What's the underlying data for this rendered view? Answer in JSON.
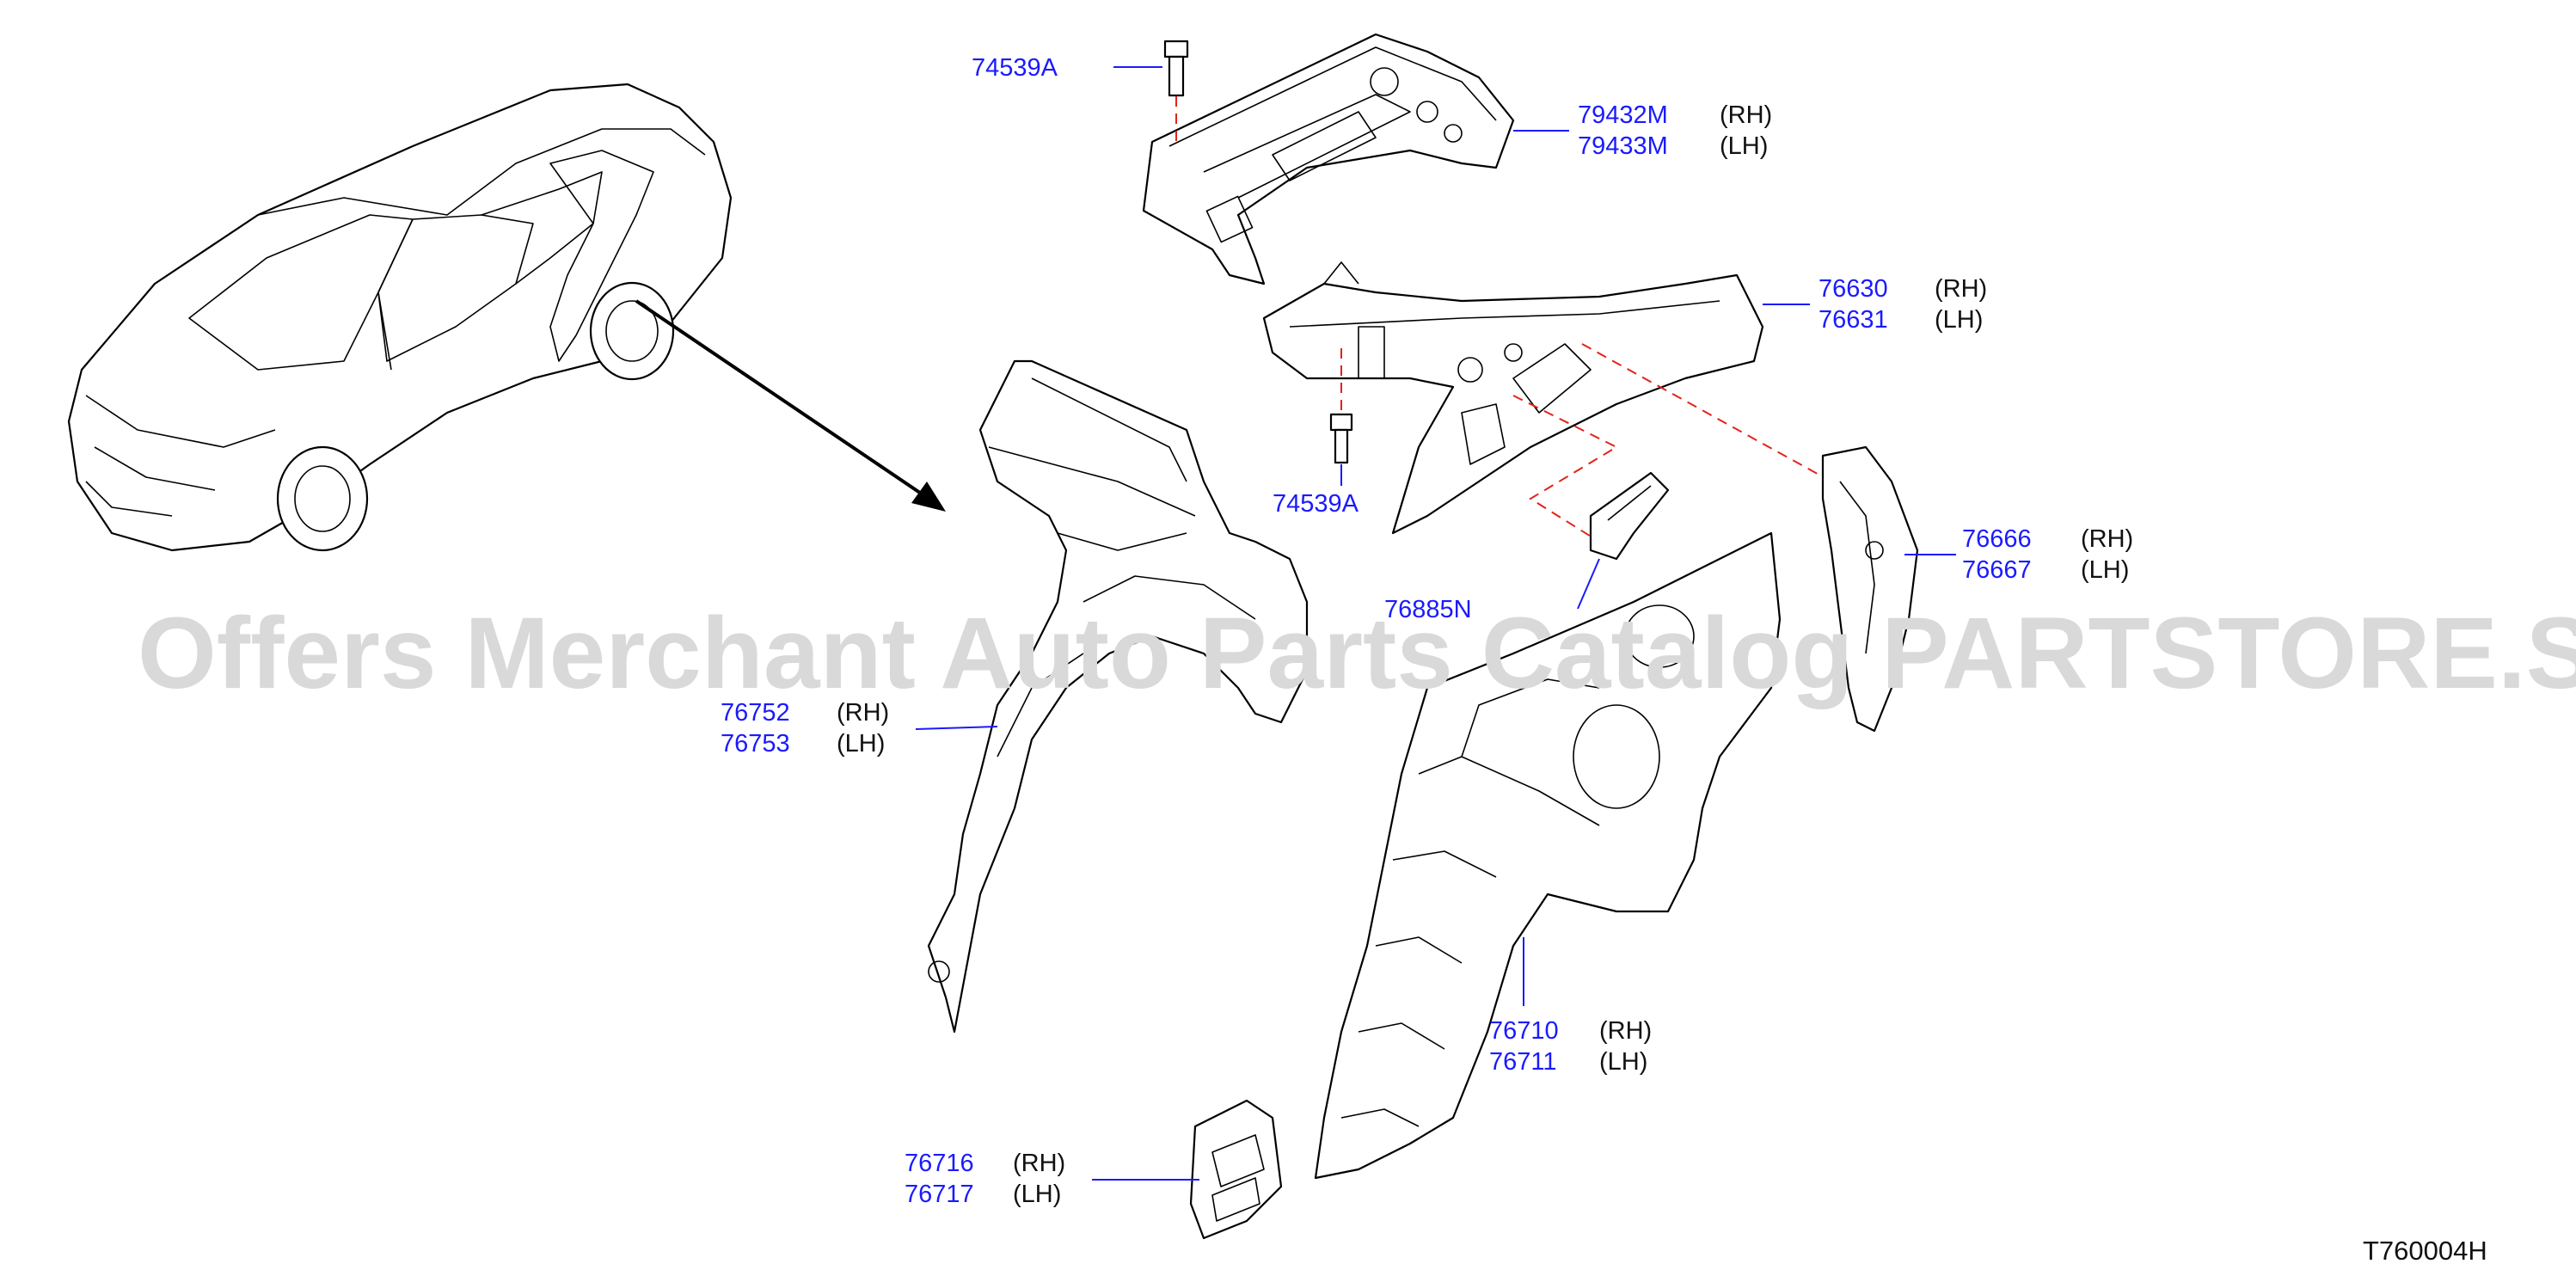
{
  "watermark": "Offers Merchant Auto Parts Catalog PARTSTORE.SA",
  "diagram_code": "T760004H",
  "callouts": {
    "bolt_top": {
      "part": "74539A"
    },
    "bolt_mid": {
      "part": "74539A"
    },
    "panel_79432": {
      "rh": "79432M",
      "lh": "79433M",
      "rh_label": "(RH)",
      "lh_label": "(LH)"
    },
    "panel_76630": {
      "rh": "76630",
      "lh": "76631",
      "rh_label": "(RH)",
      "lh_label": "(LH)"
    },
    "panel_76666": {
      "rh": "76666",
      "lh": "76667",
      "rh_label": "(RH)",
      "lh_label": "(LH)"
    },
    "bracket_76885": {
      "part": "76885N"
    },
    "panel_76752": {
      "rh": "76752",
      "lh": "76753",
      "rh_label": "(RH)",
      "lh_label": "(LH)"
    },
    "panel_76710": {
      "rh": "76710",
      "lh": "76711",
      "rh_label": "(RH)",
      "lh_label": "(LH)"
    },
    "panel_76716": {
      "rh": "76716",
      "lh": "76717",
      "rh_label": "(RH)",
      "lh_label": "(LH)"
    }
  },
  "colors": {
    "part_number": "#1a1aff",
    "dashed_line": "#e2231a",
    "watermark": "#d9d9d9"
  }
}
